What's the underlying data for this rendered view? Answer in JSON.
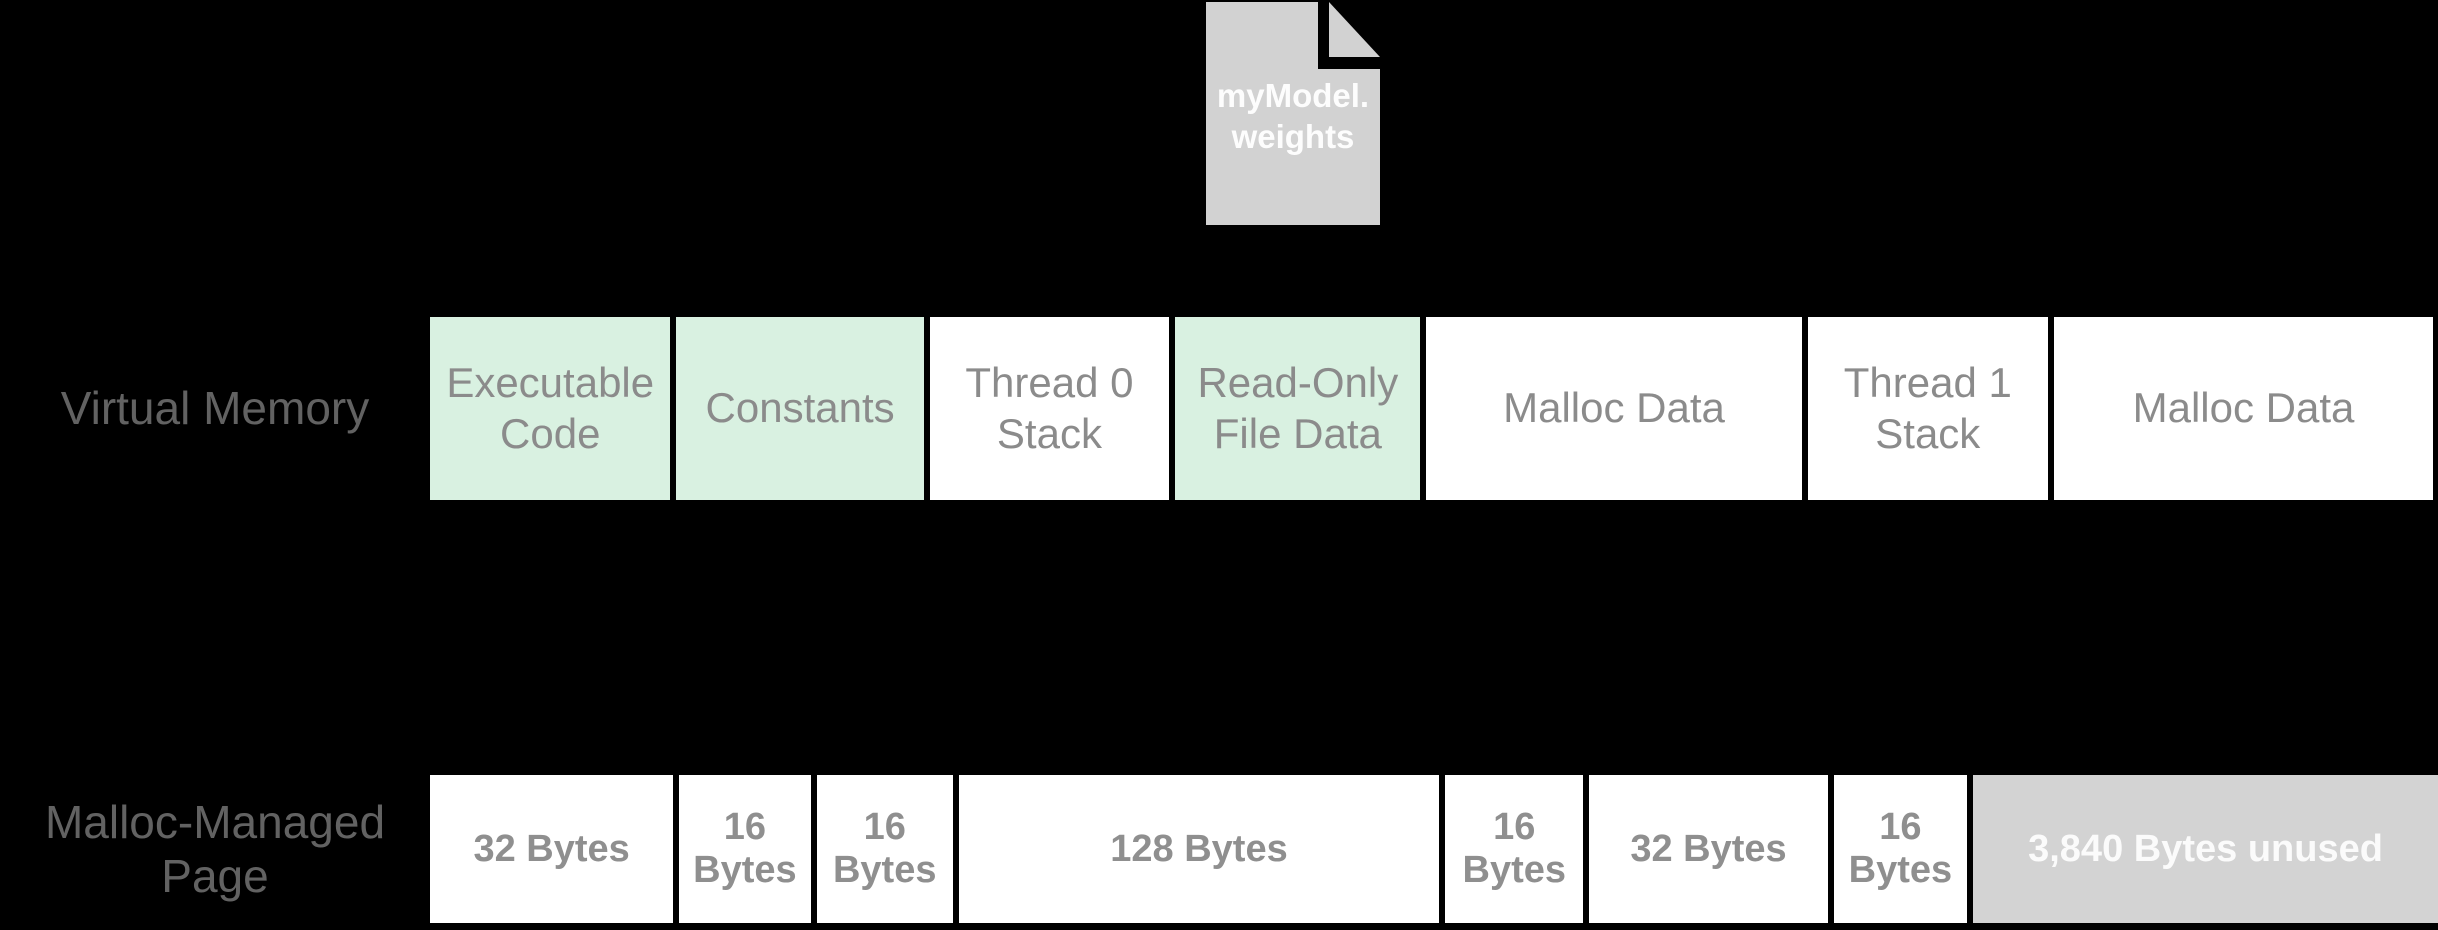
{
  "colors": {
    "background": "#000000",
    "green": "#d9f1e1",
    "white": "#ffffff",
    "gray": "#d3d3d3",
    "icon_fill": "#d2d2d2",
    "label_text": "#626262",
    "segment_text": "#8b8b8b",
    "byte_text": "#8f8f8f",
    "unused_text": "#fbfbfb"
  },
  "file_icon": {
    "name": "myModel.weights",
    "line1": "myModel.",
    "line2": "weights"
  },
  "rows": [
    {
      "id": "virtual-memory",
      "label": "Virtual Memory",
      "segments": [
        {
          "label": "Executable Code",
          "fill": "green",
          "weight": 240
        },
        {
          "label": "Constants",
          "fill": "green",
          "weight": 247
        },
        {
          "label": "Thread 0 Stack",
          "fill": "white",
          "weight": 239
        },
        {
          "label": "Read-Only File Data",
          "fill": "green",
          "weight": 245
        },
        {
          "label": "Malloc Data",
          "fill": "white",
          "weight": 379
        },
        {
          "label": "Thread 1 Stack",
          "fill": "white",
          "weight": 240
        },
        {
          "label": "Malloc Data",
          "fill": "white",
          "weight": 383
        }
      ]
    },
    {
      "id": "malloc-managed-page",
      "label": "Malloc-Managed Page",
      "segments": [
        {
          "label": "32 Bytes",
          "fill": "white",
          "weight": 244
        },
        {
          "label": "16 Bytes",
          "fill": "white",
          "weight": 128
        },
        {
          "label": "16 Bytes",
          "fill": "white",
          "weight": 133
        },
        {
          "label": "128 Bytes",
          "fill": "white",
          "weight": 490
        },
        {
          "label": "16 Bytes",
          "fill": "white",
          "weight": 135
        },
        {
          "label": "32 Bytes",
          "fill": "white",
          "weight": 239
        },
        {
          "label": "16 Bytes",
          "fill": "white",
          "weight": 130
        },
        {
          "label": "3,840 Bytes unused",
          "fill": "gray",
          "weight": 474,
          "text_style": "unused"
        }
      ]
    }
  ]
}
